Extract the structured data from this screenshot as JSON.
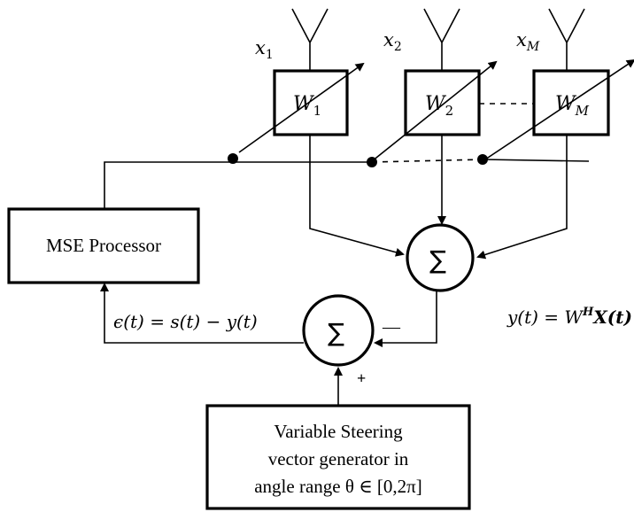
{
  "antennas": [
    {
      "label": "x",
      "subscript": "1"
    },
    {
      "label": "x",
      "subscript": "2"
    },
    {
      "label": "x",
      "subscript": "M"
    }
  ],
  "weights": [
    {
      "label": "W",
      "subscript": "1"
    },
    {
      "label": "W",
      "subscript": "2"
    },
    {
      "label": "W",
      "subscript": "M"
    }
  ],
  "mse_processor": {
    "label": "MSE Processor"
  },
  "summer": {
    "symbol": "∑"
  },
  "error_summer": {
    "symbol": "∑",
    "minus": "—",
    "plus": "+"
  },
  "output_equation": {
    "text": "y(t) = W",
    "superscript": "H",
    "tail": "X(t)"
  },
  "error_equation": {
    "text": "ϵ(t) = s(t) − y(t)"
  },
  "steering_generator": {
    "line1": "Variable Steering",
    "line2": "vector generator in",
    "line3": "angle range θ ∈ [0,2π]"
  }
}
